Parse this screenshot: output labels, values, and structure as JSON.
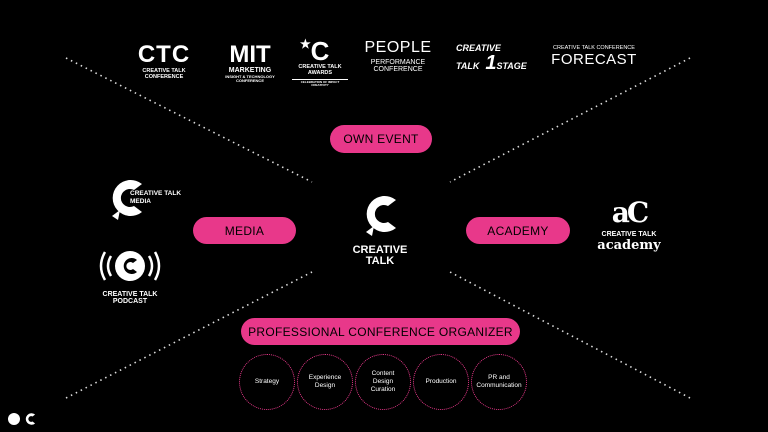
{
  "events": {
    "ctc": {
      "big": "CTC",
      "line1": "CREATIVE TALK",
      "line2": "CONFERENCE"
    },
    "mit": {
      "big": "MIT",
      "line1": "MARKETING",
      "line2": "INSIGHT & TECHNOLOGY",
      "line3": "CONFERENCE"
    },
    "awards": {
      "big": "C",
      "line1": "CREATIVE TALK",
      "line2": "AWARDS",
      "line3": "CELEBRATION OF IMPACT CREATIVITY"
    },
    "people": {
      "big": "PEOPLE",
      "line1": "PERFORMANCE",
      "line2": "CONFERENCE"
    },
    "stage": {
      "line1": "CREATIVE",
      "line2": "TALK",
      "num": "1",
      "word": "STAGE"
    },
    "forecast": {
      "line1": "CREATIVE TALK CONFERENCE",
      "big": "FORECAST"
    }
  },
  "pills": {
    "own_event": "OWN EVENT",
    "media": "MEDIA",
    "academy": "ACADEMY",
    "pco": "PROFESSIONAL CONFERENCE ORGANIZER"
  },
  "center": {
    "line1": "CREATIVE",
    "line2": "TALK"
  },
  "media_logos": {
    "media": {
      "line1": "CREATIVE TALK",
      "line2": "MEDIA"
    },
    "podcast": {
      "line1": "CREATIVE TALK",
      "line2": "PODCAST"
    }
  },
  "academy_logo": {
    "mark": "aC",
    "line1": "CREATIVE TALK",
    "line2": "academy"
  },
  "services": [
    {
      "line1": "Strategy",
      "line2": "",
      "line3": ""
    },
    {
      "line1": "Experience",
      "line2": "Design",
      "line3": ""
    },
    {
      "line1": "Content",
      "line2": "Design",
      "line3": "Curation"
    },
    {
      "line1": "Production",
      "line2": "",
      "line3": ""
    },
    {
      "line1": "PR and",
      "line2": "Communication",
      "line3": ""
    }
  ],
  "colors": {
    "accent": "#e8388a",
    "background": "#000000",
    "text": "#ffffff"
  }
}
